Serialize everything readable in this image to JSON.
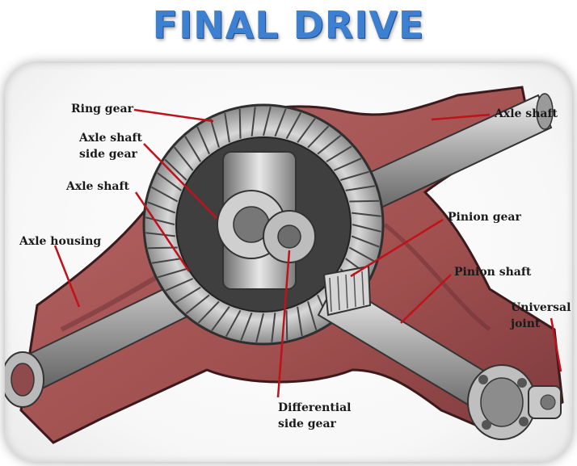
{
  "title": "FINAL DRIVE",
  "labels": {
    "ring_gear": "Ring gear",
    "axle_shaft_right": "Axle shaft",
    "axle_shaft_side_gear_1": "Axle shaft",
    "axle_shaft_side_gear_2": "side gear",
    "axle_shaft_left": "Axle shaft",
    "axle_housing": "Axle housing",
    "pinion_gear": "Pinion gear",
    "pinion_shaft": "Pinion shaft",
    "universal_joint_1": "Universal",
    "universal_joint_2": "joint",
    "differential_side_gear_1": "Differential",
    "differential_side_gear_2": "side gear"
  },
  "colors": {
    "title": "#3d7fd0",
    "housing": "#a8585a",
    "housing_dark": "#6e2f33",
    "metal": "#c9c9c9",
    "leader": "#c0121a"
  }
}
